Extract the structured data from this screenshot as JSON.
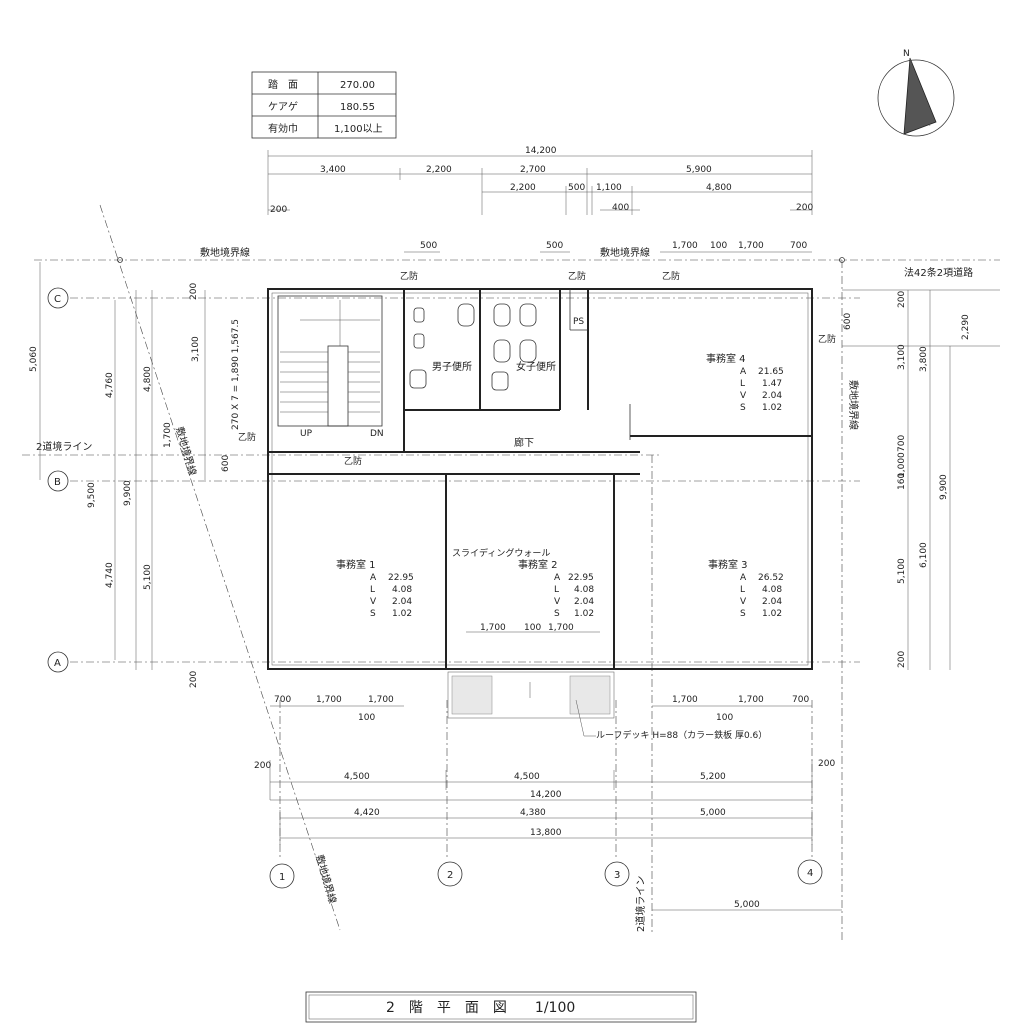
{
  "info_table": [
    {
      "label": "踏　面",
      "value": "270.00"
    },
    {
      "label": "ケアゲ",
      "value": "180.55"
    },
    {
      "label": "有効巾",
      "value": "1,100以上"
    }
  ],
  "north_label": "N",
  "top_dims": {
    "overall": "14,200",
    "row2": [
      "3,400",
      "2,200",
      "2,700",
      "5,900"
    ],
    "row3": [
      "2,200",
      "500",
      "1,100",
      "4,800"
    ],
    "row4": [
      "200",
      "400",
      "200"
    ],
    "row5": [
      "500",
      "500",
      "1,700",
      "100",
      "1,700",
      "700"
    ]
  },
  "boundary_labels": {
    "site_boundary_top_left": "敷地境界線",
    "site_boundary_top_right": "敷地境界線",
    "road_label": "法42条2項道路",
    "road_dim": "2,290",
    "site_boundary_right": "敷地境界線",
    "site_boundary_left_rot": "敷地境界線",
    "site_boundary_bottom_rot": "敷地境界線",
    "diag_line_left": "2道境ライン",
    "diag_line_bottom": "2道境ライン",
    "fire_labels": [
      "乙防",
      "乙防",
      "乙防",
      "乙防",
      "乙防",
      "乙防"
    ]
  },
  "grid_labels": {
    "rows": [
      "C",
      "B",
      "A"
    ],
    "cols": [
      "1",
      "2",
      "3",
      "4"
    ]
  },
  "left_dims": [
    "5,060",
    "4,760",
    "4,800",
    "3,100",
    "1,700",
    "600",
    "200",
    "9,500",
    "9,900",
    "4,740",
    "5,100",
    "200"
  ],
  "right_dims": [
    "200",
    "600",
    "3,100",
    "3,800",
    "700",
    "1,000",
    "160",
    "9,900",
    "5,100",
    "6,100",
    "200"
  ],
  "stair_label": "270 X 7 = 1,890  1,567.5",
  "stair_up": "UP",
  "stair_dn": "DN",
  "rooms": [
    {
      "name": "事務室 1",
      "A": "22.95",
      "L": "4.08",
      "V": "2.04",
      "S": "1.02"
    },
    {
      "name": "事務室 2",
      "A": "22.95",
      "L": "4.08",
      "V": "2.04",
      "S": "1.02"
    },
    {
      "name": "事務室 3",
      "A": "26.52",
      "L": "4.08",
      "V": "2.04",
      "S": "1.02"
    },
    {
      "name": "事務室 4",
      "A": "21.65",
      "L": "1.47",
      "V": "2.04",
      "S": "1.02"
    }
  ],
  "toilet_m": "男子便所",
  "toilet_f": "女子便所",
  "ps_label": "PS",
  "corridor_label": "廊下",
  "sliding_wall": "スライディングウォール",
  "room2_dims": [
    "1,700",
    "100",
    "1,700"
  ],
  "bottom_window_dims_left": [
    "700",
    "1,700",
    "1,700"
  ],
  "bottom_window_dims_right": [
    "1,700",
    "1,700",
    "700"
  ],
  "bottom_100_left": "100",
  "bottom_100_right": "100",
  "deck_label": "ルーフデッキ H=88（カラー鉄板 厚0.6）",
  "bottom_dims_row1": [
    "200",
    "4,500",
    "4,500",
    "5,200",
    "200"
  ],
  "bottom_overall": "14,200",
  "bottom_dims_row2": [
    "4,420",
    "4,380",
    "5,000"
  ],
  "bottom_overall2": "13,800",
  "bottom_5000": "5,000",
  "room_ids": [
    "A",
    "L",
    "V",
    "S"
  ],
  "title": "2　階　平　面　図　　1/100"
}
